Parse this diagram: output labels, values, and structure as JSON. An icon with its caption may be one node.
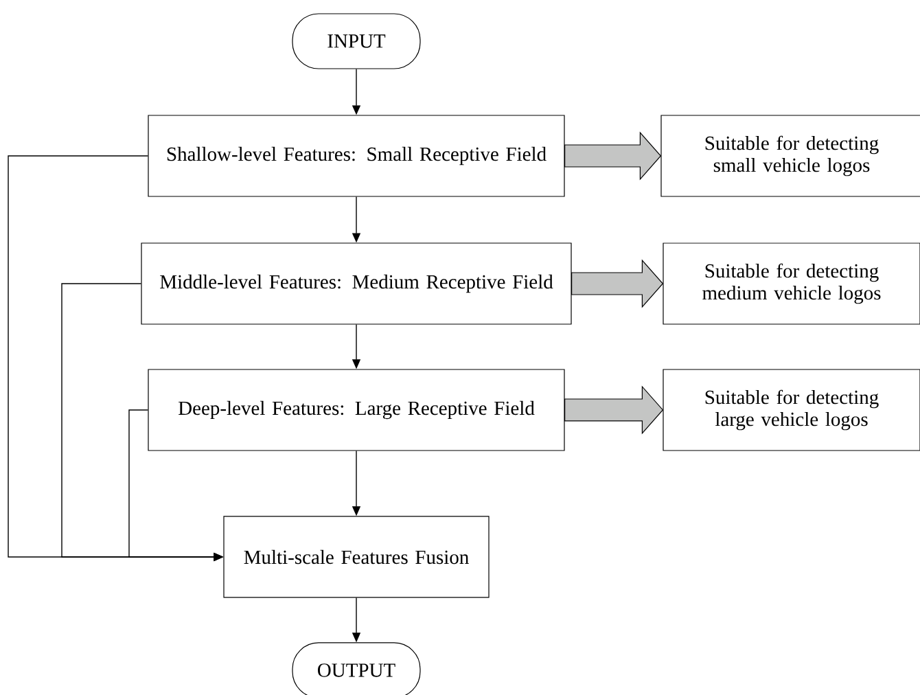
{
  "diagram": {
    "nodes": [
      {
        "text": [
          "INPUT"
        ]
      },
      {
        "text": [
          "Shallow-level Features: Small Receptive Field"
        ]
      },
      {
        "text": [
          "Suitable for detecting small vehicle logos"
        ]
      },
      {
        "text": [
          "Middle-level Features: Medium Receptive Field"
        ]
      },
      {
        "text": [
          "Suitable for detecting medium vehicle logos"
        ]
      },
      {
        "text": [
          "Deep-level Features: Large Receptive Field"
        ]
      },
      {
        "text": [
          "Suitable for detecting large vehicle logos"
        ]
      },
      {
        "text": [
          "Multi-scale Features Fusion"
        ]
      },
      {
        "text": [
          "OUTPUT"
        ]
      }
    ],
    "edges": [
      {
        "from": 0,
        "to": 1,
        "arrow": "to"
      },
      {
        "from": 1,
        "to": 2,
        "arrow": "to",
        "style": "thick",
        "color": "#c4c5c4"
      },
      {
        "from": 1,
        "to": 3,
        "arrow": "to"
      },
      {
        "from": 3,
        "to": 4,
        "arrow": "to",
        "style": "thick",
        "color": "#c4c5c4"
      },
      {
        "from": 3,
        "to": 5,
        "arrow": "to"
      },
      {
        "from": 5,
        "to": 6,
        "arrow": "to",
        "style": "thick",
        "color": "#c4c5c4"
      },
      {
        "from": 5,
        "to": 7,
        "arrow": "to"
      },
      {
        "from": 1,
        "to": 7,
        "arrow": "to"
      },
      {
        "from": 3,
        "to": 7,
        "arrow": "to"
      },
      {
        "from": 5,
        "to": 7,
        "arrow": "to"
      },
      {
        "from": 7,
        "to": 8,
        "arrow": "to"
      }
    ]
  }
}
